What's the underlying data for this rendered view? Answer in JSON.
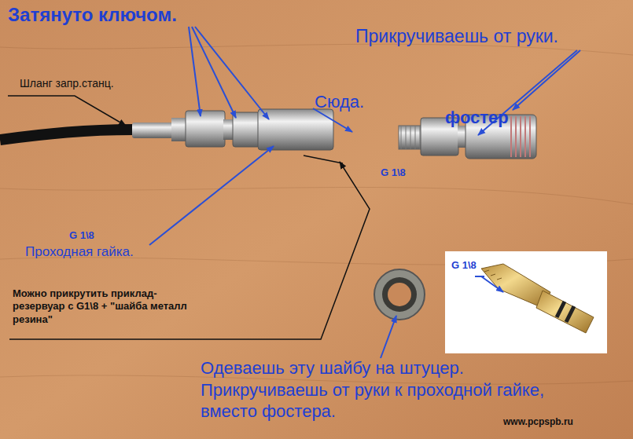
{
  "diagram": {
    "labels": [
      "Затянуто ключом.",
      "Прикручиваешь от руки.",
      "Шланг запр.станц.",
      "Сюда.",
      "фостер",
      "G 1\\8",
      "G 1\\8",
      "Проходная гайка.",
      "Можно прикрутить приклад-резервуар с G1\\8 + \"шайба металл резина\"",
      "G 1\\8",
      "Одеваешь эту шайбу на штуцер. Прикручиваешь от руки к проходной гайке, вместо фостера.",
      "www.pcpspb.ru"
    ]
  }
}
